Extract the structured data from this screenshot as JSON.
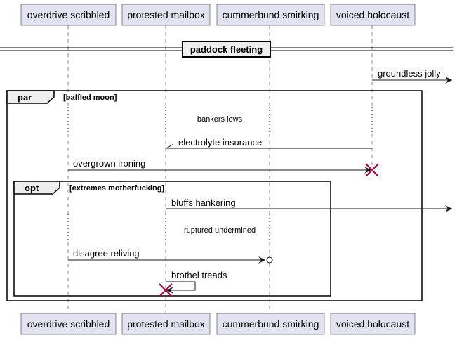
{
  "participants": [
    {
      "name": "overdrive scribbled"
    },
    {
      "name": "protested mailbox"
    },
    {
      "name": "cummerbund smirking"
    },
    {
      "name": "voiced holocaust"
    }
  ],
  "divider": {
    "label": "paddock fleeting"
  },
  "messages": [
    {
      "text": "groundless jolly"
    },
    {
      "text": "electrolyte insurance"
    },
    {
      "text": "overgrown ironing"
    },
    {
      "text": "bluffs hankering"
    },
    {
      "text": "disagree reliving"
    },
    {
      "text": "brothel treads"
    }
  ],
  "delays": [
    {
      "text": "bankers lows"
    },
    {
      "text": "ruptured undermined"
    }
  ],
  "frames": {
    "par": {
      "kind": "par",
      "condition": "[baffled moon]"
    },
    "opt": {
      "kind": "opt",
      "condition": "[extremes motherfucking]"
    }
  },
  "colors": {
    "participant_fill": "#E2E2F0",
    "destroy_mark": "#A80036",
    "line": "#181818"
  }
}
